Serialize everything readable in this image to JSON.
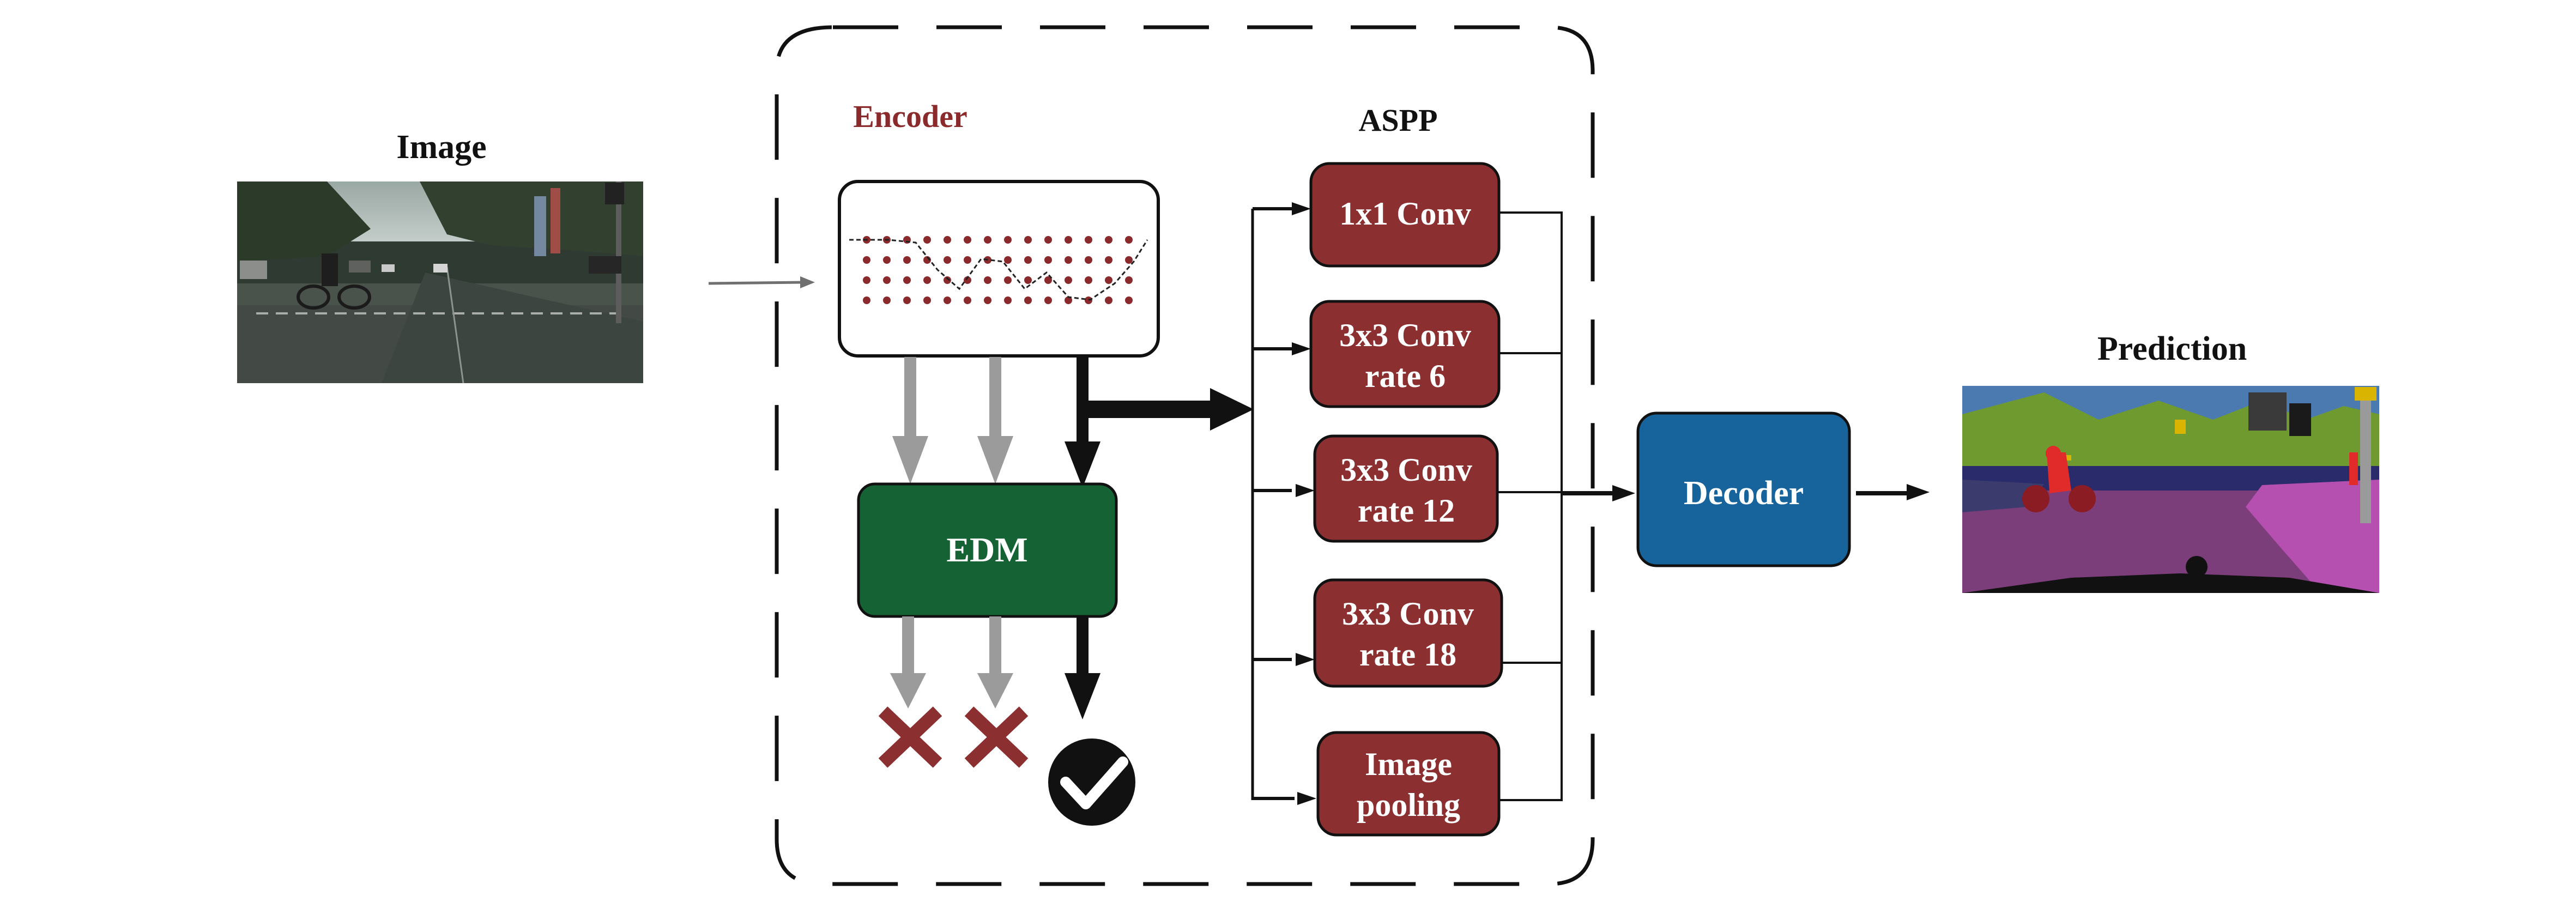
{
  "labels": {
    "image": "Image",
    "encoder": "Encoder",
    "aspp": "ASPP",
    "prediction": "Prediction"
  },
  "blocks": {
    "edm": "EDM",
    "decoder": "Decoder"
  },
  "aspp_branches": [
    {
      "line1": "1x1 Conv",
      "line2": ""
    },
    {
      "line1": "3x3 Conv",
      "line2": "rate 6"
    },
    {
      "line1": "3x3 Conv",
      "line2": "rate 12"
    },
    {
      "line1": "3x3 Conv",
      "line2": "rate 18"
    },
    {
      "line1": "Image",
      "line2": "pooling"
    }
  ],
  "exit_markers": [
    "cross-icon",
    "cross-icon",
    "check-circle-icon"
  ],
  "colors": {
    "encoder_label": "#8b2a2c",
    "aspp_box": "#8b2f31",
    "edm_box": "#156334",
    "decoder_box": "#16649b",
    "grey_arrow": "#9b9b9b",
    "cross": "#8b2f31"
  }
}
